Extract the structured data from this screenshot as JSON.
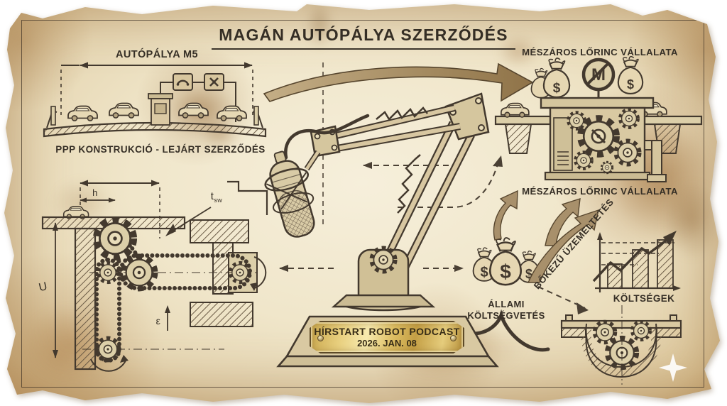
{
  "title": {
    "text": "MAGÁN AUTÓPÁLYA SZERZŐDÉS"
  },
  "highway": {
    "dimension_label": "AUTÓPÁLYA M5",
    "caption": "PPP KONSTRUKCIÓ - LEJÁRT SZERZŐDÉS",
    "toll_signs": {
      "sign1": "phone",
      "sign2": "x"
    }
  },
  "company": {
    "label": "MÉSZÁROS LŐRINC VÁLLALATA",
    "logo_letter": "M"
  },
  "budget": {
    "line1": "ÁLLAMI",
    "line2": "KÖLTSÉGVETÉS",
    "currency_symbol": "$"
  },
  "operation": {
    "label": "BŐKEZŰ ÜZEMELTETÉS"
  },
  "costs_chart": {
    "type": "bar",
    "label": "KÖLTSÉGEK",
    "bar_heights_rel": [
      34,
      54,
      68
    ],
    "overlay_line": "rising zigzag with arrow",
    "dashed_levels": 3,
    "axes_labeled": false
  },
  "plaque": {
    "line1": "HÍRSTART ROBOT PODCAST",
    "line2": "2026. JAN. 08"
  },
  "tech": {
    "dim_h": "h",
    "dim_t": "t",
    "dim_t_sub": "sw",
    "dim_u": "U",
    "dim_e": "ε"
  },
  "colors": {
    "paper": "#efe3c4",
    "ink": "#43392e",
    "arrow_tan": "#a8906b",
    "brass": "#d8b95c"
  }
}
